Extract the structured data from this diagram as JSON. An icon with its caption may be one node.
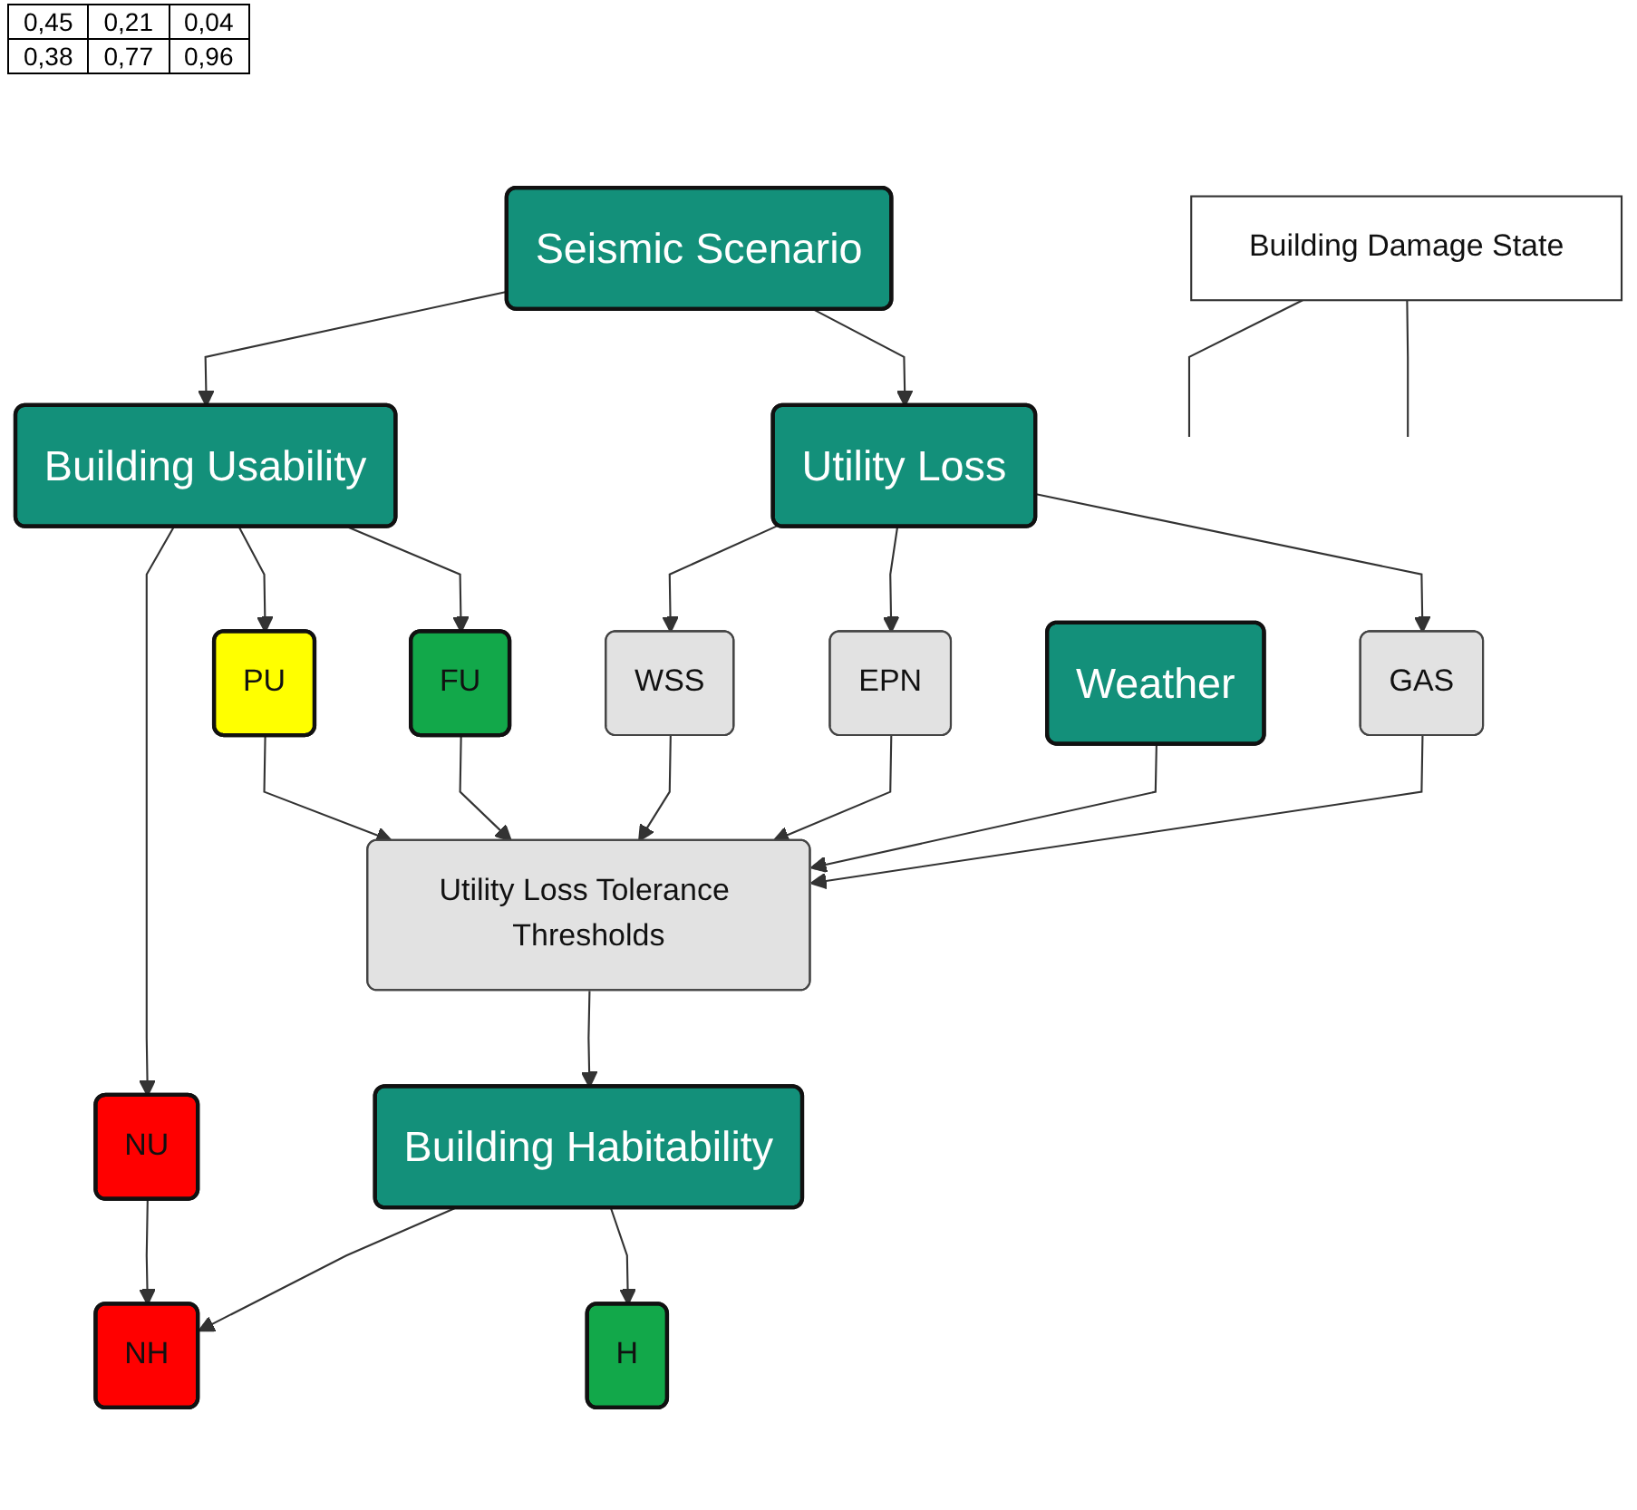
{
  "diagram": {
    "nodes": [
      {
        "text": [
          "Seismic Scenario"
        ]
      },
      {
        "text": [
          "Building Usability"
        ]
      },
      {
        "text": [
          "Utility Loss"
        ]
      },
      {
        "text": [
          "NU"
        ]
      },
      {
        "text": [
          "PU"
        ]
      },
      {
        "text": [
          "FU"
        ]
      },
      {
        "text": [
          "WSS"
        ]
      },
      {
        "text": [
          "EPN"
        ]
      },
      {
        "text": [
          "GAS"
        ]
      },
      {
        "text": [
          "Utility Loss Tolerance Thresholds"
        ]
      },
      {
        "text": [
          "Weather"
        ]
      },
      {
        "text": [
          "Building Habitability"
        ]
      },
      {
        "text": [
          "NH"
        ]
      },
      {
        "text": [
          "H"
        ]
      },
      {
        "text": [
          "Building Damage State"
        ]
      }
    ],
    "edges": [
      {
        "from": 0,
        "to": 1,
        "arrow": "to"
      },
      {
        "from": 0,
        "to": 2,
        "arrow": "to"
      },
      {
        "from": 1,
        "to": 3,
        "arrow": "to"
      },
      {
        "from": 1,
        "to": 4,
        "arrow": "to"
      },
      {
        "from": 1,
        "to": 5,
        "arrow": "to"
      },
      {
        "from": 2,
        "to": 6,
        "arrow": "to"
      },
      {
        "from": 2,
        "to": 7,
        "arrow": "to"
      },
      {
        "from": 2,
        "to": 8,
        "arrow": "to"
      },
      {
        "from": 4,
        "to": 9,
        "arrow": "to"
      },
      {
        "from": 5,
        "to": 9,
        "arrow": "to"
      },
      {
        "from": 6,
        "to": 9,
        "arrow": "to"
      },
      {
        "from": 7,
        "to": 9,
        "arrow": "to"
      },
      {
        "from": 8,
        "to": 9,
        "arrow": "to"
      },
      {
        "from": 10,
        "to": 9,
        "arrow": "to"
      },
      {
        "from": 9,
        "to": 11,
        "arrow": "to"
      },
      {
        "from": 11,
        "to": 12,
        "arrow": "to"
      },
      {
        "from": 11,
        "to": 13,
        "arrow": "to"
      },
      {
        "from": 3,
        "to": 12,
        "arrow": "to"
      },
      {
        "from": 14,
        "to": null,
        "arrow": "none"
      },
      {
        "from": 14,
        "to": null,
        "arrow": "none"
      }
    ],
    "labels": [
      "0,45",
      "0,21",
      "0,04",
      "0,38",
      "0,77",
      "0,96"
    ]
  }
}
